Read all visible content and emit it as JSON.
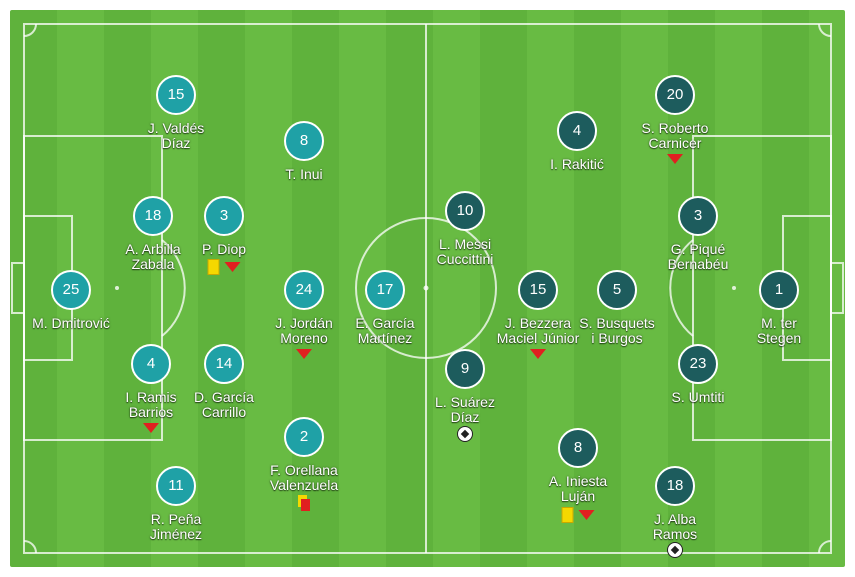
{
  "home": {
    "color": "#1fa1a6",
    "players": [
      {
        "number": "25",
        "name": [
          "M. Dmitrović"
        ],
        "events": []
      },
      {
        "number": "18",
        "name": [
          "A. Arbilla",
          "Zabala"
        ],
        "events": []
      },
      {
        "number": "3",
        "name": [
          "P. Diop"
        ],
        "events": [
          "yellow-card",
          "substitution"
        ]
      },
      {
        "number": "4",
        "name": [
          "I. Ramis",
          "Barrios"
        ],
        "events": [
          "substitution"
        ]
      },
      {
        "number": "14",
        "name": [
          "D. García",
          "Carrillo"
        ],
        "events": []
      },
      {
        "number": "15",
        "name": [
          "J. Valdés",
          "Díaz"
        ],
        "events": []
      },
      {
        "number": "11",
        "name": [
          "R. Peña",
          "Jiménez"
        ],
        "events": []
      },
      {
        "number": "8",
        "name": [
          "T. Inui"
        ],
        "events": []
      },
      {
        "number": "24",
        "name": [
          "J. Jordán",
          "Moreno"
        ],
        "events": [
          "substitution"
        ]
      },
      {
        "number": "2",
        "name": [
          "F. Orellana",
          "Valenzuela"
        ],
        "events": [
          "second-yellow"
        ]
      },
      {
        "number": "17",
        "name": [
          "E. García",
          "Martínez"
        ],
        "events": []
      }
    ]
  },
  "away": {
    "color": "#1d5c5d",
    "players": [
      {
        "number": "1",
        "name": [
          "M. ter",
          "Stegen"
        ],
        "events": []
      },
      {
        "number": "20",
        "name": [
          "S. Roberto",
          "Carnicer"
        ],
        "events": [
          "substitution"
        ]
      },
      {
        "number": "3",
        "name": [
          "G. Piqué",
          "Bernabéu"
        ],
        "events": []
      },
      {
        "number": "23",
        "name": [
          "S. Umtiti"
        ],
        "events": []
      },
      {
        "number": "18",
        "name": [
          "J. Alba",
          "Ramos"
        ],
        "events": [
          "goal"
        ]
      },
      {
        "number": "4",
        "name": [
          "I. Rakitić"
        ],
        "events": []
      },
      {
        "number": "5",
        "name": [
          "S. Busquets",
          "i Burgos"
        ],
        "events": []
      },
      {
        "number": "15",
        "name": [
          "J. Bezzera",
          "Maciel Júnior"
        ],
        "events": [
          "substitution"
        ]
      },
      {
        "number": "8",
        "name": [
          "A. Iniesta",
          "Luján"
        ],
        "events": [
          "yellow-card",
          "substitution"
        ]
      },
      {
        "number": "10",
        "name": [
          "L. Messi",
          "Cuccittini"
        ],
        "events": []
      },
      {
        "number": "9",
        "name": [
          "L. Suárez",
          "Díaz"
        ],
        "events": [
          "goal"
        ]
      }
    ]
  }
}
